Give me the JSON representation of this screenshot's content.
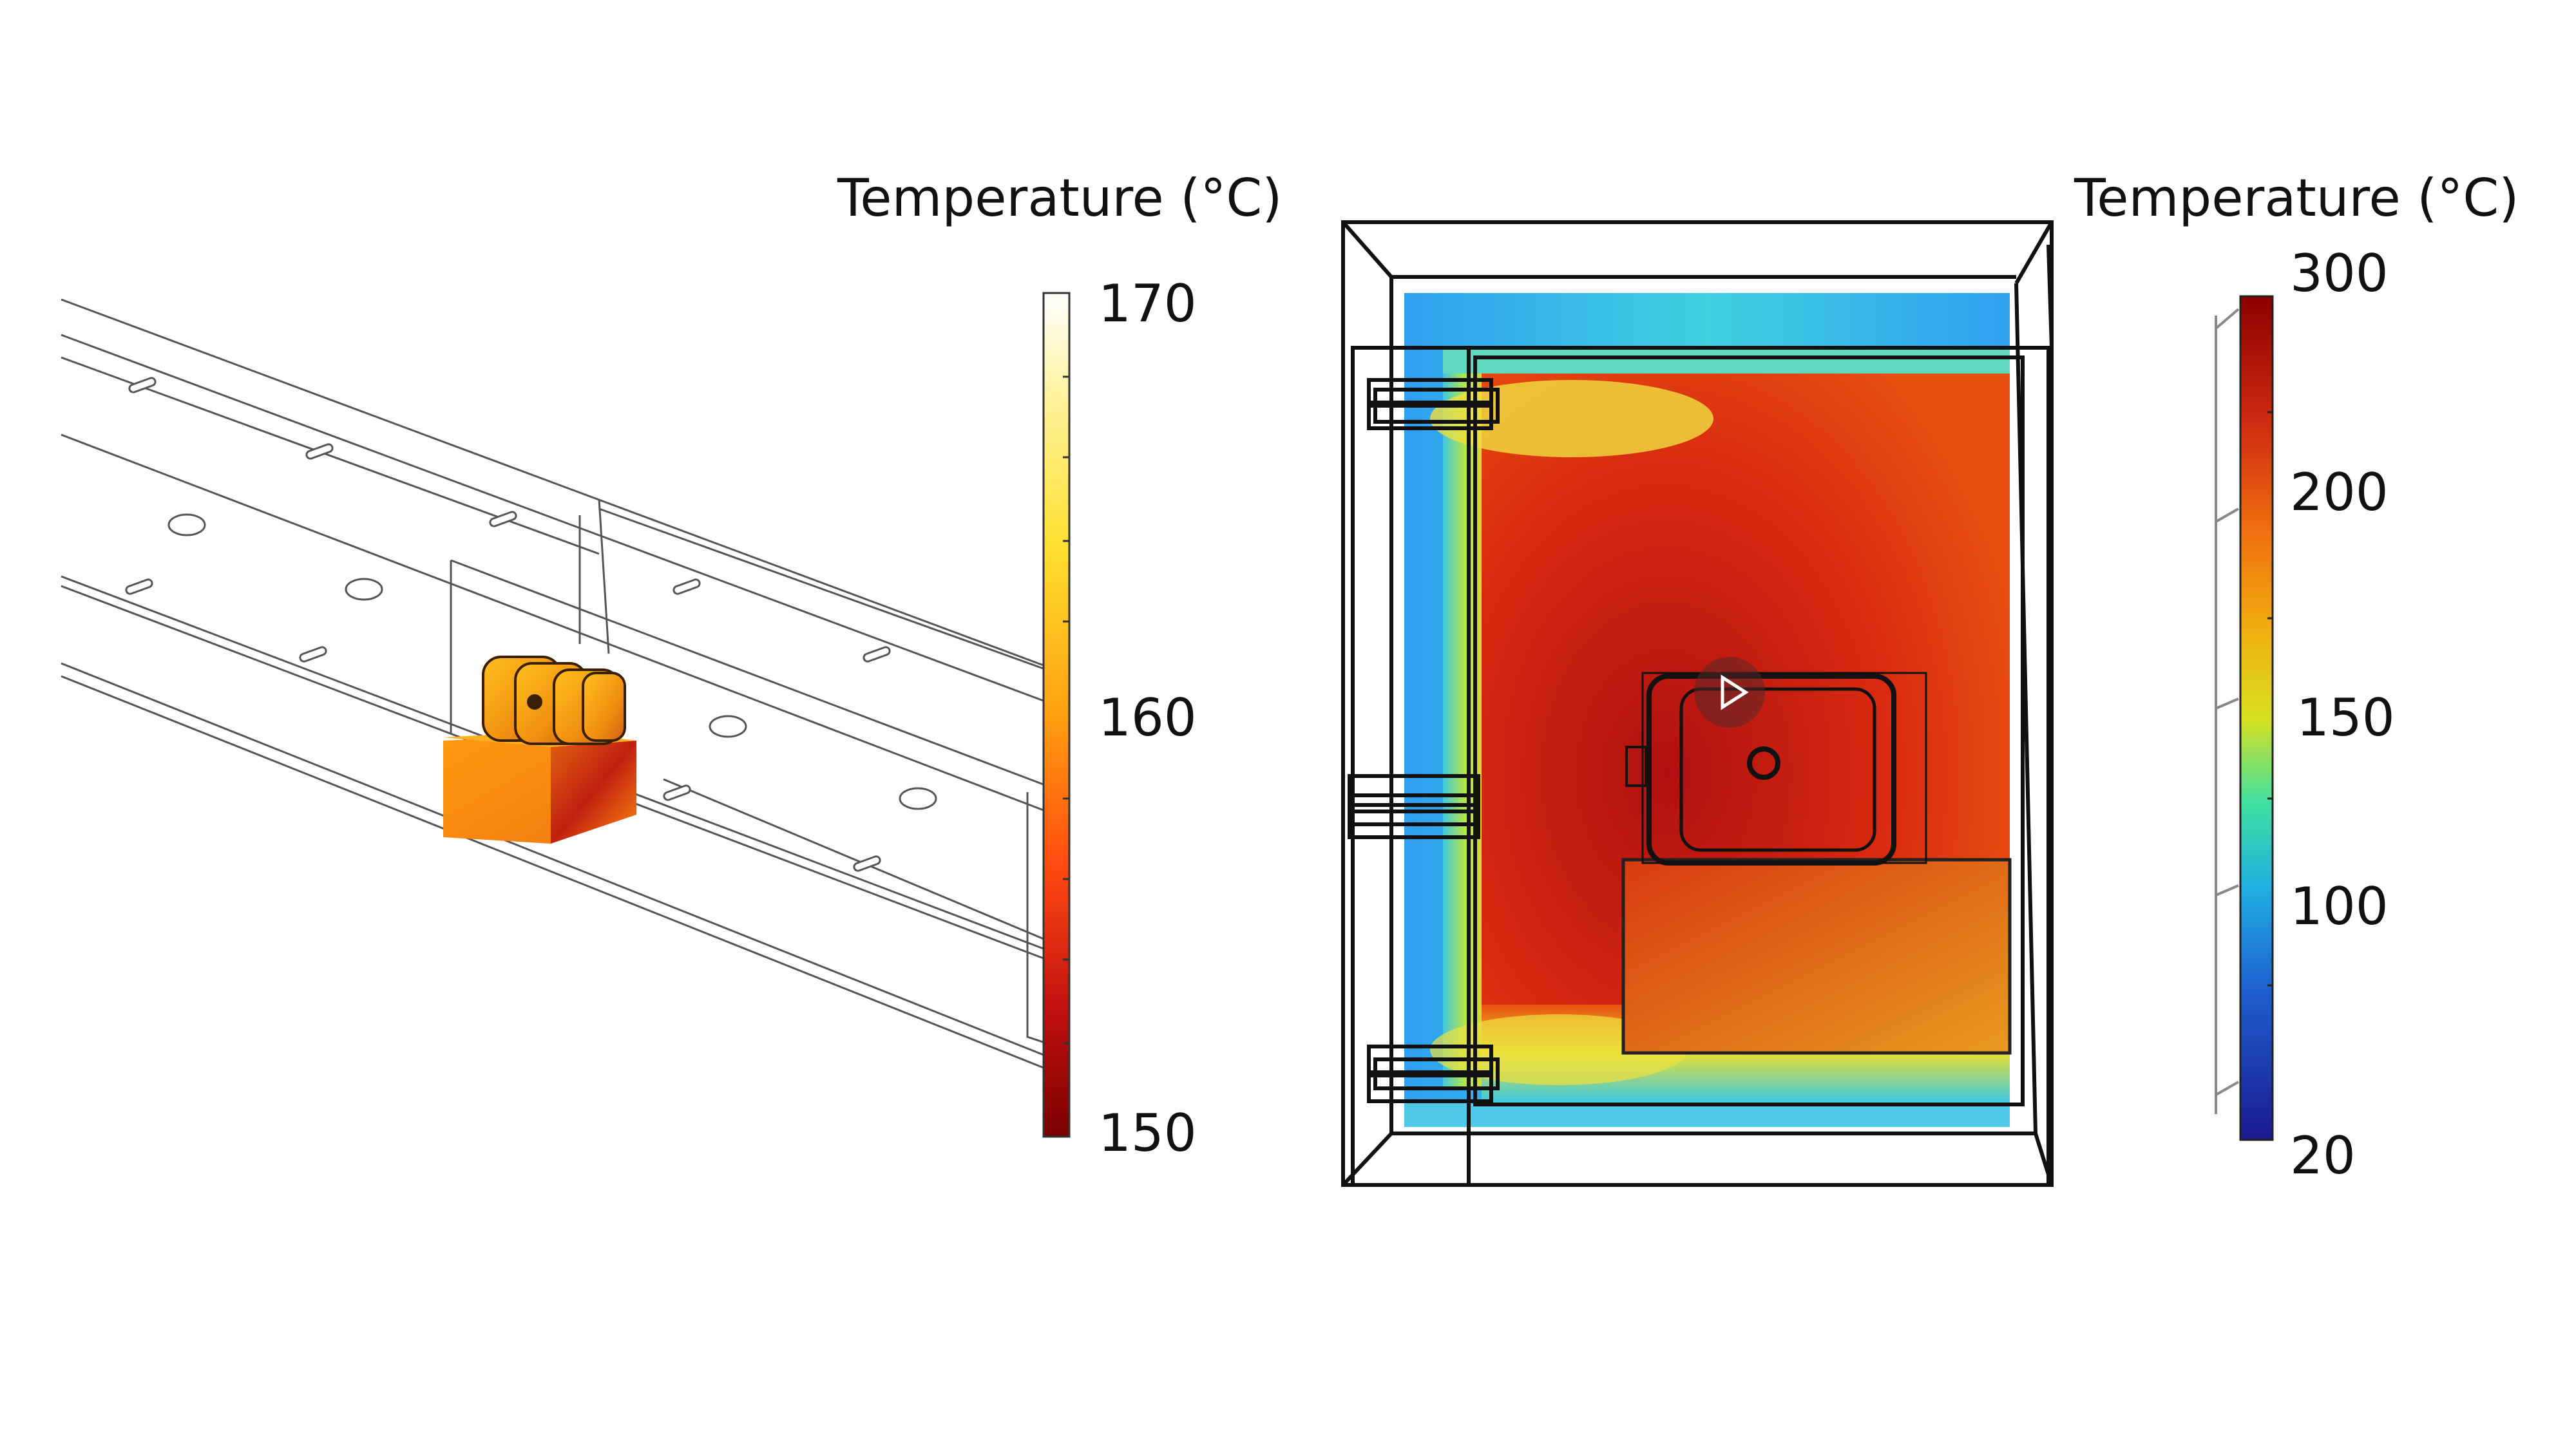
{
  "left_panel": {
    "legend_title": "Temperature (°C)",
    "ticks": [
      "170",
      "160",
      "150"
    ]
  },
  "right_panel": {
    "legend_title": "Temperature (°C)",
    "ticks": [
      "300",
      "200",
      "150",
      "100",
      "20"
    ]
  },
  "colors": {
    "left_scale": [
      "#ffffff",
      "#fff3a0",
      "#ffd21a",
      "#ff9a10",
      "#f03010",
      "#b00010",
      "#7a0000"
    ],
    "right_scale": [
      "#8b0000",
      "#d52a10",
      "#f08a10",
      "#e8e020",
      "#40e0a0",
      "#20a0e0",
      "#1e50d0",
      "#1a1a90"
    ]
  },
  "icons": {
    "play": "play-icon"
  }
}
